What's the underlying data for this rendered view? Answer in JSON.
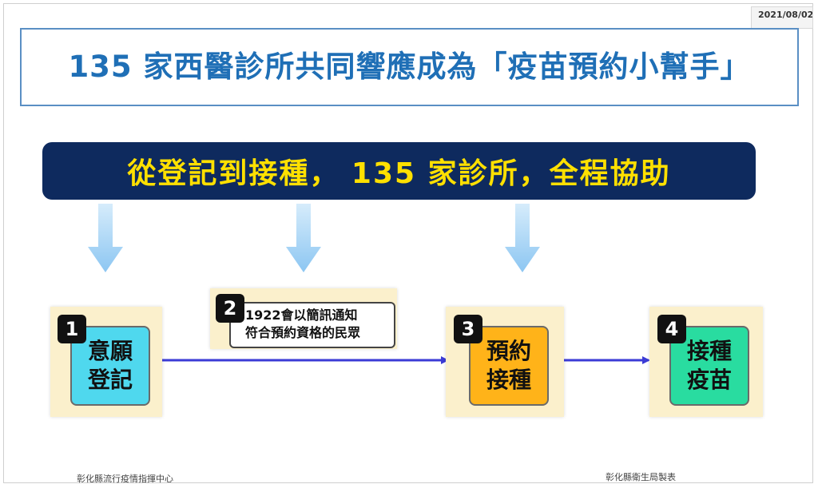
{
  "date": "2021/08/02",
  "title": "135 家西醫診所共同響應成為「疫苗預約小幫手」",
  "banner": "從登記到接種， 135 家診所，全程協助",
  "steps": [
    {
      "number": "1",
      "label": "意願\n登記",
      "color": "#4fd8ee"
    },
    {
      "number": "2",
      "label": "1922會以簡訊通知\n符合預約資格的民眾"
    },
    {
      "number": "3",
      "label": "預約\n接種",
      "color": "#ffb319"
    },
    {
      "number": "4",
      "label": "接種\n疫苗",
      "color": "#29dca0"
    }
  ],
  "colors": {
    "title": "#1f6fb6",
    "banner_bg": "#0e2a5e",
    "banner_text": "#ffe000",
    "flow_arrow": "#3b3bd6",
    "down_arrow": "#a9d4f5"
  },
  "footer": {
    "left": "彰化縣流行疫情指揮中心",
    "right": "彰化縣衛生局製表"
  }
}
